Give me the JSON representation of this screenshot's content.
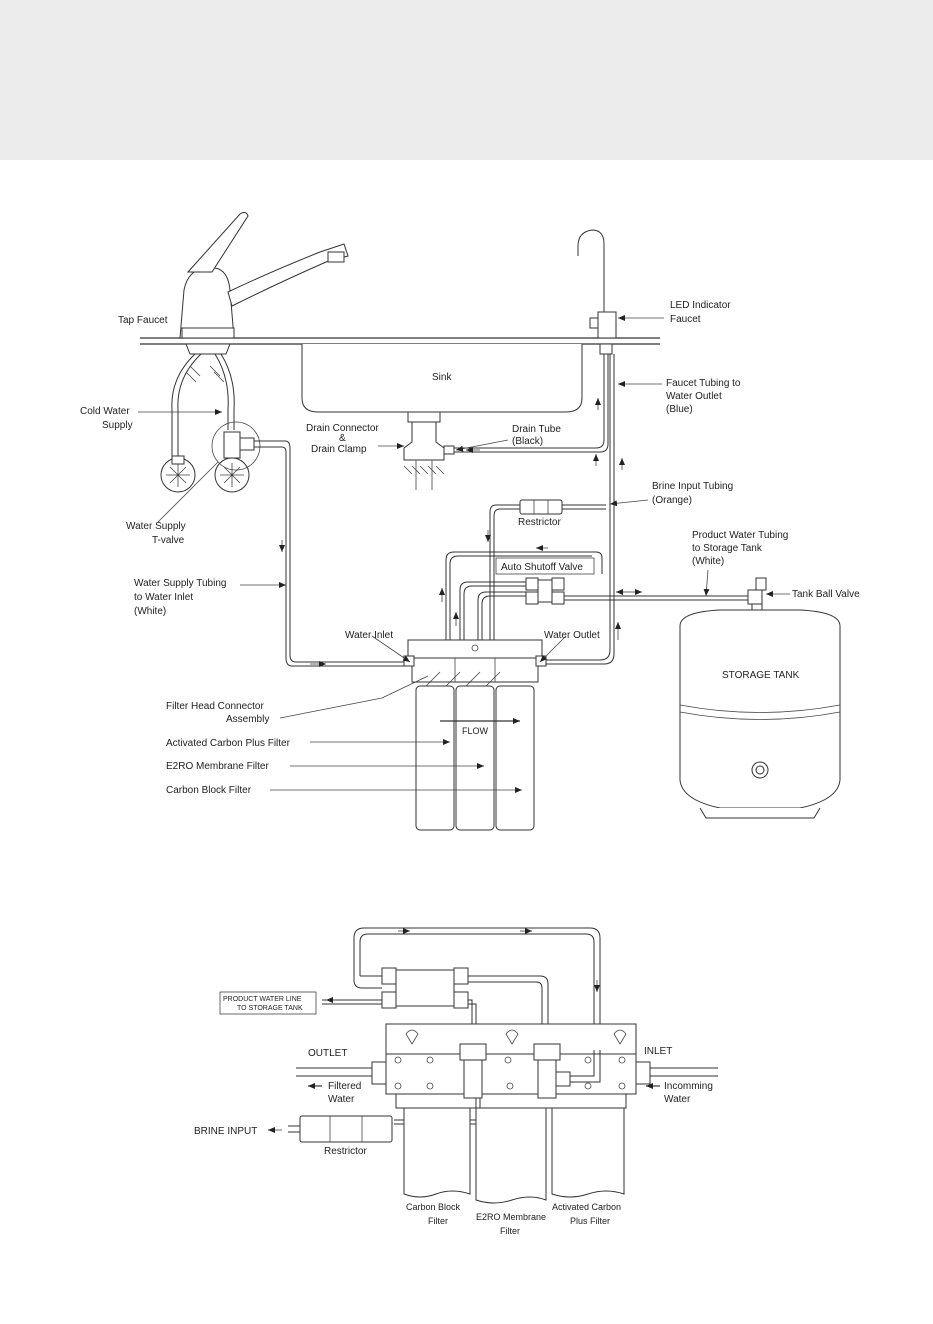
{
  "top_diagram": {
    "labels": {
      "tap_faucet": "Tap Faucet",
      "cold_water_1": "Cold Water",
      "cold_water_2": "Supply",
      "t_valve_1": "Water Supply",
      "t_valve_2": "T-valve",
      "supply_tubing_1": "Water Supply Tubing",
      "supply_tubing_2": "to Water Inlet",
      "supply_tubing_3": "(White)",
      "sink": "Sink",
      "drain_connector_1": "Drain Connector",
      "drain_connector_2": "&",
      "drain_connector_3": "Drain Clamp",
      "drain_tube_1": "Drain Tube",
      "drain_tube_2": "(Black)",
      "led_faucet_1": "LED Indicator",
      "led_faucet_2": "Faucet",
      "faucet_tubing_1": "Faucet Tubing to",
      "faucet_tubing_2": "Water Outlet",
      "faucet_tubing_3": "(Blue)",
      "brine_tubing_1": "Brine Input Tubing",
      "brine_tubing_2": "(Orange)",
      "restrictor": "Restrictor",
      "auto_shutoff": "Auto Shutoff Valve",
      "product_tubing_1": "Product Water Tubing",
      "product_tubing_2": "to Storage Tank",
      "product_tubing_3": "(White)",
      "tank_ball_valve": "Tank Ball Valve",
      "water_inlet": "Water Inlet",
      "water_outlet": "Water Outlet",
      "storage_tank": "STORAGE TANK",
      "flow": "FLOW",
      "filter_head_1": "Filter Head Connector",
      "filter_head_2": "Assembly",
      "activated_carbon_plus": "Activated Carbon Plus Filter",
      "e2ro_membrane": "E2RO Membrane Filter",
      "carbon_block": "Carbon Block  Filter"
    }
  },
  "bottom_diagram": {
    "labels": {
      "product_line_1": "PRODUCT WATER LINE",
      "product_line_2": "TO STORAGE TANK",
      "outlet": "OUTLET",
      "inlet": "INLET",
      "filtered_1": "Filtered",
      "filtered_2": "Water",
      "incoming_1": "Incomming",
      "incoming_2": "Water",
      "brine_input": "BRINE INPUT",
      "restrictor": "Restrictor",
      "carbon_block_1": "Carbon Block",
      "carbon_block_2": "Filter",
      "e2ro_1": "E2RO Membrane",
      "e2ro_2": "Filter",
      "activated_1": "Activated Carbon",
      "activated_2": "Plus Filter"
    }
  },
  "colors": {
    "band": "#ececec",
    "line": "#333333"
  }
}
